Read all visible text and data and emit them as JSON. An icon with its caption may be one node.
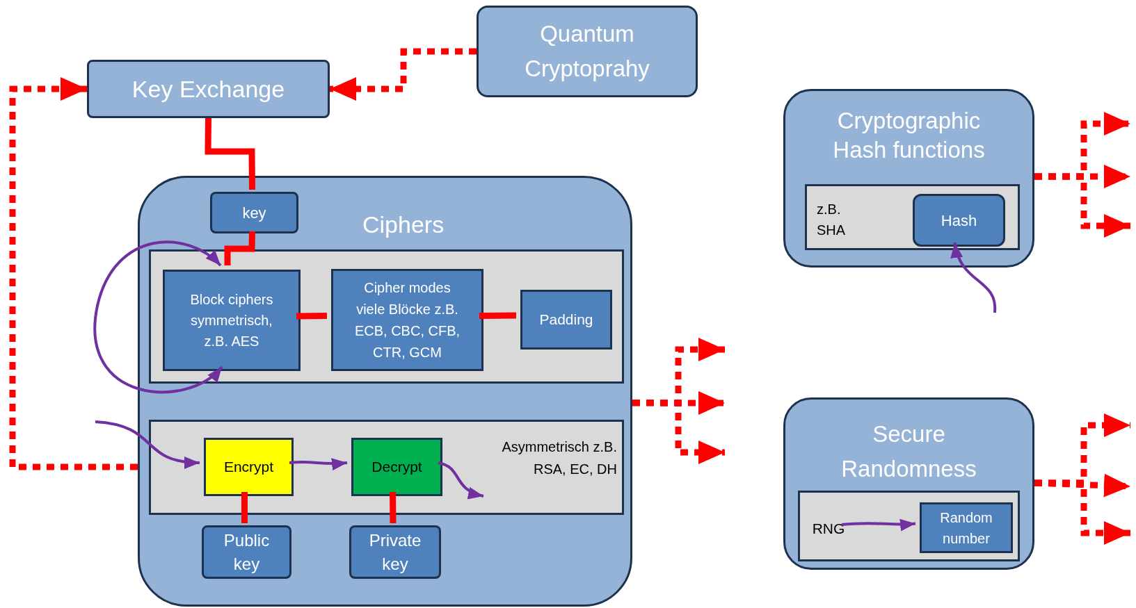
{
  "diagram": {
    "nodes": [
      {
        "text": [
          "Quantum Cryptoprahy"
        ]
      },
      {
        "text": [
          "Key Exchange"
        ]
      },
      {
        "text": [
          "Ciphers"
        ]
      },
      {
        "text": [
          "key"
        ],
        "in": 2
      },
      {
        "text": [],
        "shape": "box",
        "in": 2
      },
      {
        "text": [
          "Block ciphers symmetrisch, z.B. AES"
        ],
        "in": 4
      },
      {
        "text": [
          "Cipher modes viele Blöcke z.B. ECB, CBC, CFB, CTR, GCM"
        ],
        "in": 4
      },
      {
        "text": [
          "Padding"
        ],
        "in": 4
      },
      {
        "text": [
          "Asymmetrisch z.B. RSA, EC, DH"
        ],
        "in": 2
      },
      {
        "text": [
          "Encrypt"
        ],
        "in": 8
      },
      {
        "text": [
          "Decrypt"
        ],
        "in": 8
      },
      {
        "text": [
          "Public key"
        ],
        "in": 2
      },
      {
        "text": [
          "Private key"
        ],
        "in": 2
      },
      {
        "text": [
          "Cryptographic Hash functions"
        ]
      },
      {
        "text": [
          "z.B. SHA"
        ],
        "in": 13
      },
      {
        "text": [
          "Hash"
        ],
        "in": 14
      },
      {
        "text": [
          "Secure Randomness"
        ]
      },
      {
        "text": [],
        "shape": "box",
        "in": 16
      },
      {
        "text": [
          "RNG"
        ],
        "in": 17
      },
      {
        "text": [
          "Random number"
        ],
        "in": 17
      }
    ],
    "edges": [
      {
        "from": 0,
        "to": 1,
        "arrow": "to",
        "style": "dashed"
      },
      {
        "from": 1,
        "to": 3,
        "arrow": "none"
      },
      {
        "from": 3,
        "to": 5,
        "arrow": "none"
      },
      {
        "from": 5,
        "to": 6,
        "arrow": "none"
      },
      {
        "from": 6,
        "to": 7,
        "arrow": "none"
      },
      {
        "from": 5,
        "to": 5,
        "arrow": "both",
        "color": "#7030a0"
      },
      {
        "from": 2,
        "to": 1,
        "arrow": "to",
        "style": "dashed"
      },
      {
        "from": null,
        "to": 9,
        "arrow": "to",
        "color": "#7030a0"
      },
      {
        "from": 9,
        "to": 10,
        "arrow": "to",
        "color": "#7030a0"
      },
      {
        "from": 10,
        "to": null,
        "arrow": "to",
        "color": "#7030a0"
      },
      {
        "from": 9,
        "to": 11,
        "arrow": "none"
      },
      {
        "from": 10,
        "to": 12,
        "arrow": "none"
      },
      {
        "from": 2,
        "to": null,
        "arrow": "to",
        "style": "dashed"
      },
      {
        "from": 2,
        "to": null,
        "arrow": "to",
        "style": "dashed"
      },
      {
        "from": 2,
        "to": null,
        "arrow": "to",
        "style": "dashed"
      },
      {
        "from": 13,
        "to": null,
        "arrow": "to",
        "style": "dashed"
      },
      {
        "from": 13,
        "to": null,
        "arrow": "to",
        "style": "dashed"
      },
      {
        "from": 13,
        "to": null,
        "arrow": "to",
        "style": "dashed"
      },
      {
        "from": 16,
        "to": null,
        "arrow": "to",
        "style": "dashed"
      },
      {
        "from": 16,
        "to": null,
        "arrow": "to",
        "style": "dashed"
      },
      {
        "from": 16,
        "to": null,
        "arrow": "to",
        "style": "dashed"
      },
      {
        "from": null,
        "to": 15,
        "arrow": "to",
        "color": "#7030a0"
      },
      {
        "from": 18,
        "to": 19,
        "arrow": "to",
        "color": "#7030a0"
      }
    ]
  }
}
